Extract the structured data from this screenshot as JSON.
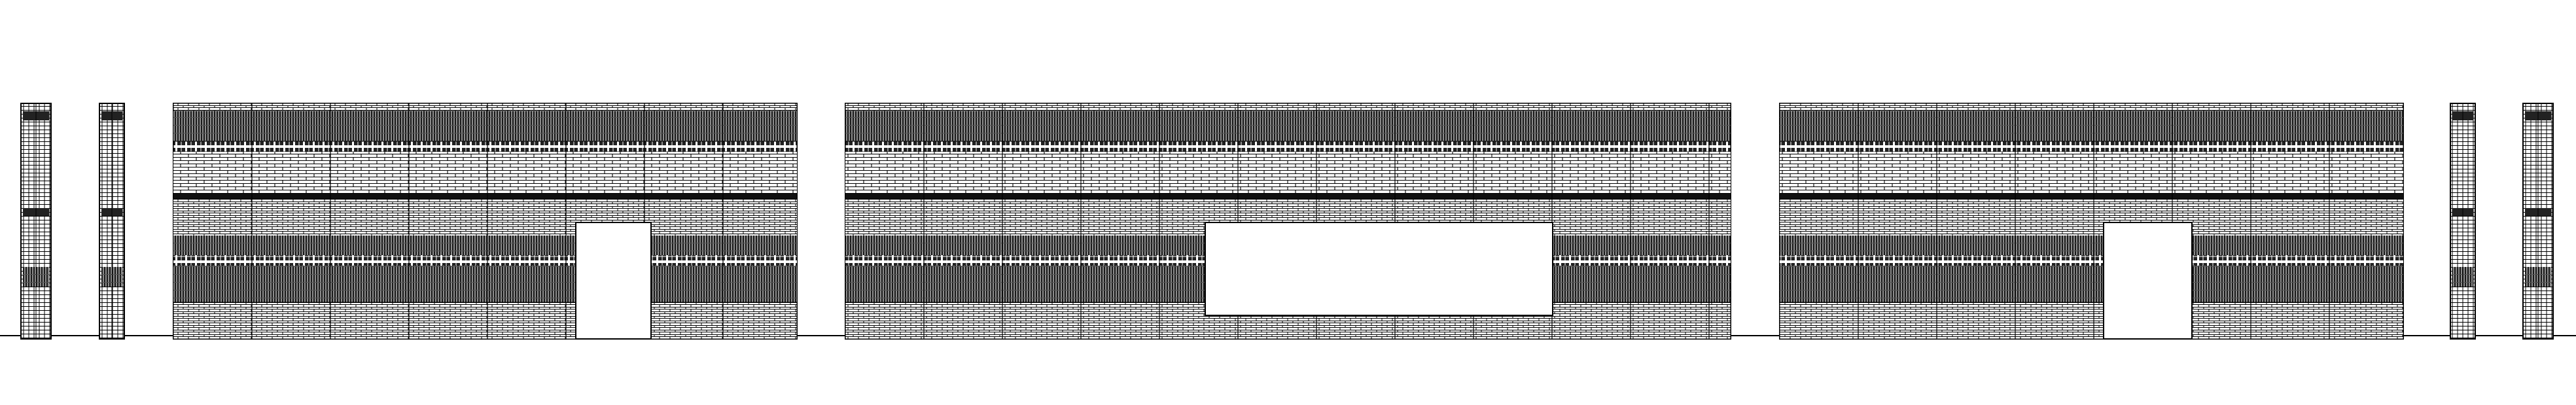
{
  "drawing": {
    "colors": {
      "background": "#ffffff",
      "line": "#000000",
      "dark_band": "#111111",
      "opening": "#ffffff"
    },
    "elements": [
      {
        "id": "side-panel-1",
        "kind": "narrow-panel"
      },
      {
        "id": "side-panel-2",
        "kind": "narrow-panel"
      },
      {
        "id": "facade-left",
        "kind": "facade",
        "openings": 1
      },
      {
        "id": "facade-center",
        "kind": "facade",
        "openings": 1
      },
      {
        "id": "facade-right",
        "kind": "facade",
        "openings": 1
      },
      {
        "id": "side-panel-3",
        "kind": "narrow-panel"
      },
      {
        "id": "side-panel-4",
        "kind": "narrow-panel"
      }
    ]
  }
}
